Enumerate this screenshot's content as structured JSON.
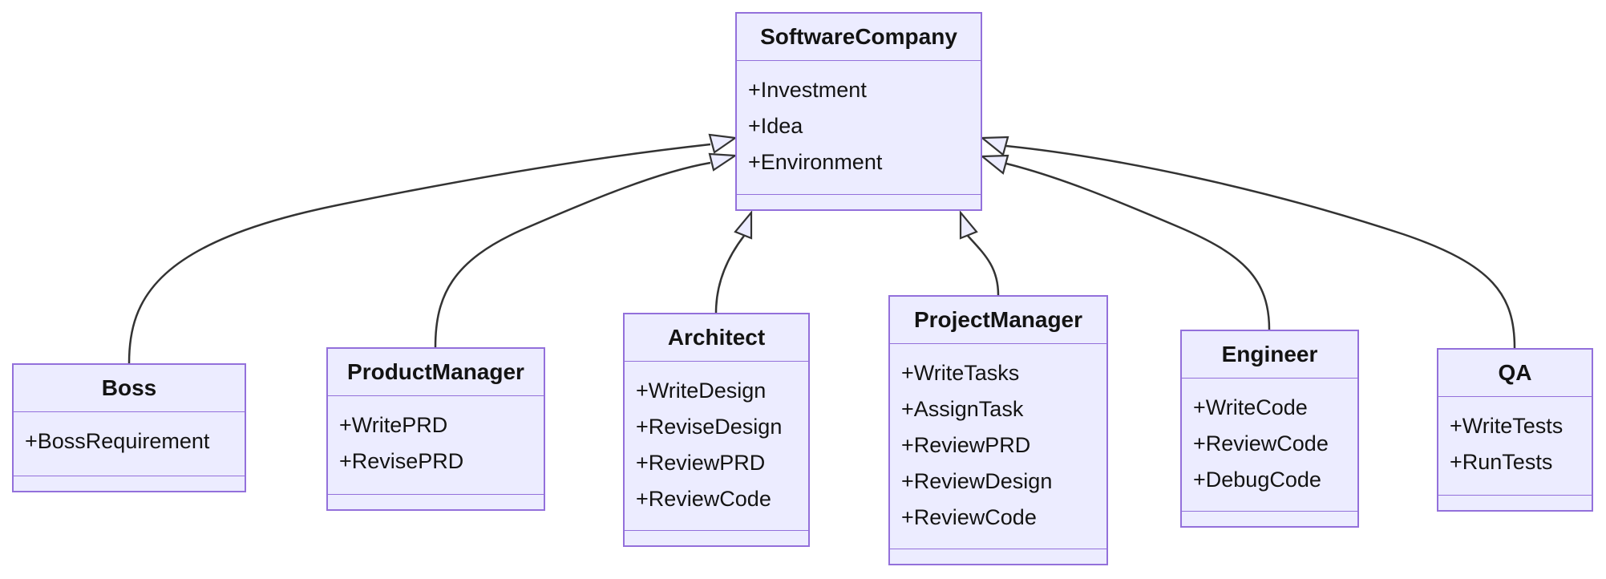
{
  "diagram": {
    "type": "uml-class-diagram",
    "colors": {
      "node_fill": "#ECECFF",
      "node_border": "#9370DB",
      "line": "#333333",
      "text": "#131313",
      "background": "#ffffff"
    },
    "classes": [
      {
        "id": "software-company",
        "name": "SoftwareCompany",
        "attributes": [
          "+Investment",
          "+Idea",
          "+Environment"
        ],
        "methods": []
      },
      {
        "id": "boss",
        "name": "Boss",
        "attributes": [
          "+BossRequirement"
        ],
        "methods": []
      },
      {
        "id": "product-manager",
        "name": "ProductManager",
        "attributes": [
          "+WritePRD",
          "+RevisePRD"
        ],
        "methods": []
      },
      {
        "id": "architect",
        "name": "Architect",
        "attributes": [
          "+WriteDesign",
          "+ReviseDesign",
          "+ReviewPRD",
          "+ReviewCode"
        ],
        "methods": []
      },
      {
        "id": "project-manager",
        "name": "ProjectManager",
        "attributes": [
          "+WriteTasks",
          "+AssignTask",
          "+ReviewPRD",
          "+ReviewDesign",
          "+ReviewCode"
        ],
        "methods": []
      },
      {
        "id": "engineer",
        "name": "Engineer",
        "attributes": [
          "+WriteCode",
          "+ReviewCode",
          "+DebugCode"
        ],
        "methods": []
      },
      {
        "id": "qa",
        "name": "QA",
        "attributes": [
          "+WriteTests",
          "+RunTests"
        ],
        "methods": []
      }
    ],
    "relations": [
      {
        "from": "Boss",
        "to": "SoftwareCompany",
        "type": "inheritance"
      },
      {
        "from": "ProductManager",
        "to": "SoftwareCompany",
        "type": "inheritance"
      },
      {
        "from": "Architect",
        "to": "SoftwareCompany",
        "type": "inheritance"
      },
      {
        "from": "ProjectManager",
        "to": "SoftwareCompany",
        "type": "inheritance"
      },
      {
        "from": "Engineer",
        "to": "SoftwareCompany",
        "type": "inheritance"
      },
      {
        "from": "QA",
        "to": "SoftwareCompany",
        "type": "inheritance"
      }
    ]
  }
}
